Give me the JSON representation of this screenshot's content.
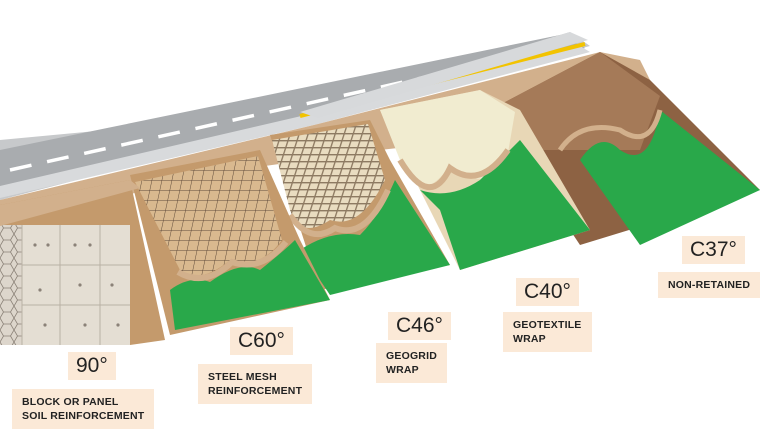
{
  "sections": [
    {
      "id": "block",
      "angle": "90°",
      "lines": [
        "BLOCK OR PANEL",
        "SOIL REINFORCEMENT"
      ]
    },
    {
      "id": "steel",
      "angle": "C60°",
      "lines": [
        "STEEL MESH",
        "REINFORCEMENT"
      ]
    },
    {
      "id": "geogrid",
      "angle": "C46°",
      "lines": [
        "GEOGRID",
        "WRAP"
      ]
    },
    {
      "id": "geotextile",
      "angle": "C40°",
      "lines": [
        "GEOTEXTILE",
        "WRAP"
      ]
    },
    {
      "id": "nonretained",
      "angle": "C37°",
      "lines": [
        "NON-RETAINED"
      ]
    }
  ],
  "colors": {
    "road": "#a9acaf",
    "road_edge": "#c7c9cb",
    "lane_marking": "#ffffff",
    "center_line": "#f2c300",
    "soil_top": "#d2b08c",
    "soil_face": "#c49a6c",
    "soil_dark": "#9a6b48",
    "grass": "#29a84a",
    "label_bg": "#fbe9d7",
    "geotextile": "#f1ecd0"
  }
}
